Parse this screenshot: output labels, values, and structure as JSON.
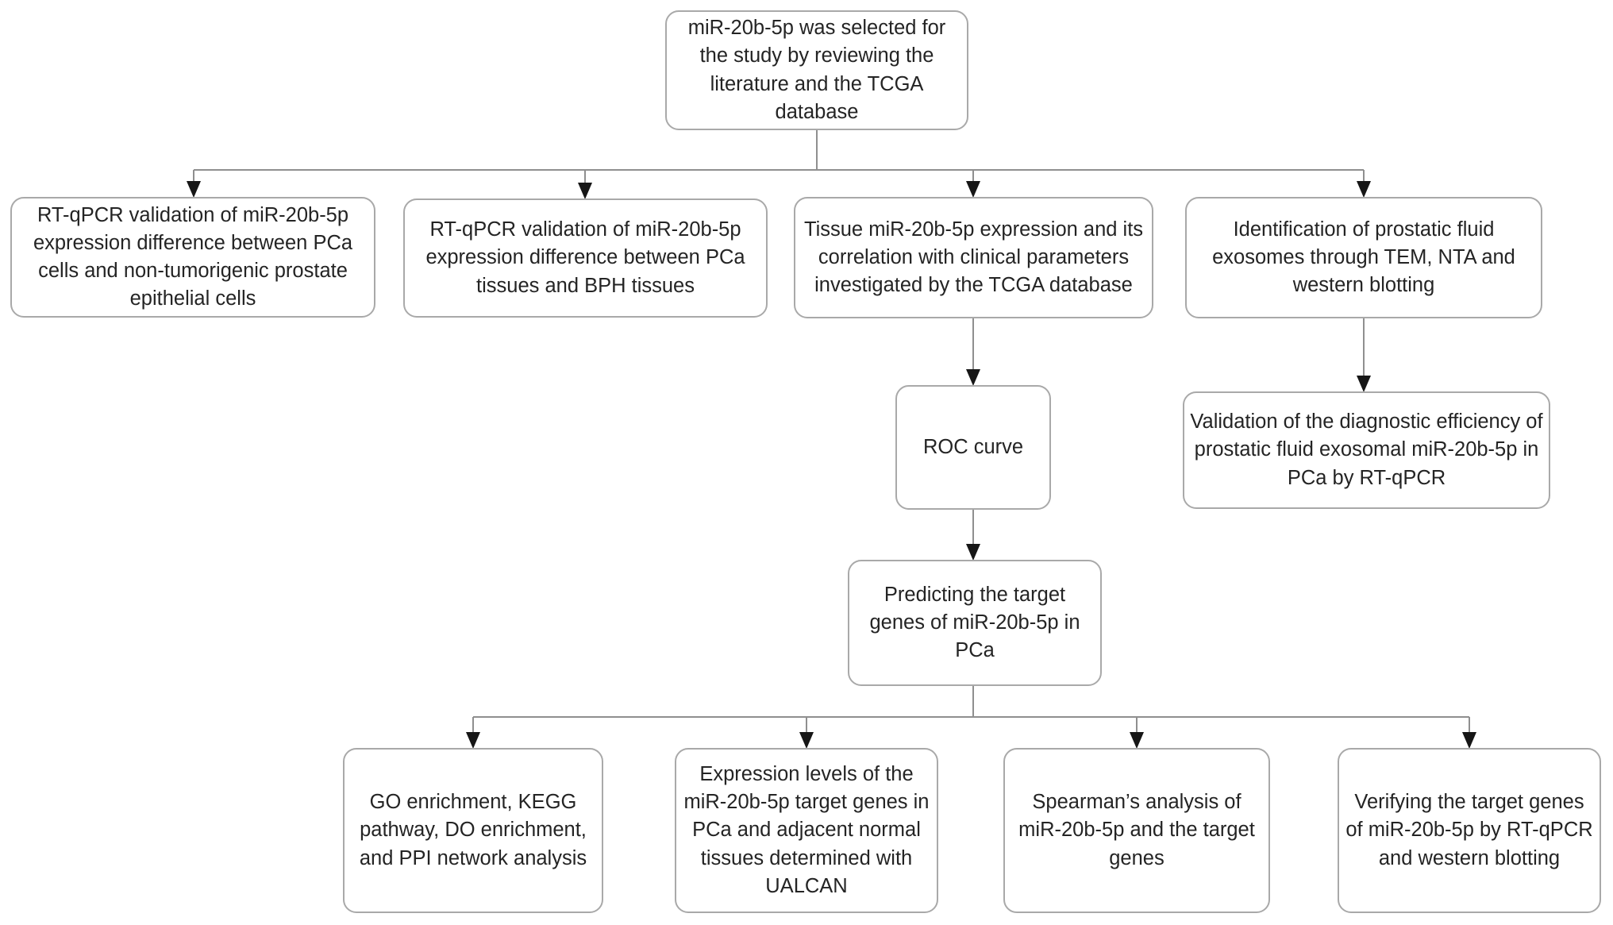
{
  "figure": {
    "description": "Flowchart of the miR-20b-5p prostate cancer study workflow",
    "colors": {
      "background": "#ffffff",
      "node_fill": "#ffffff",
      "node_border": "#a9a9a9",
      "connector_line": "#8f8f8f",
      "arrowhead": "#161616",
      "text": "#242424"
    }
  },
  "nodes": {
    "root": {
      "label": "miR-20b-5p was selected for the study by reviewing the literature and the TCGA database"
    },
    "pca_cells": {
      "label": "RT-qPCR validation of miR-20b-5p expression difference between PCa cells and non-tumorigenic prostate epithelial cells"
    },
    "pca_bph": {
      "label": "RT-qPCR validation of miR-20b-5p expression difference between PCa tissues and BPH tissues"
    },
    "tcga_tissue": {
      "label": "Tissue miR-20b-5p expression and its correlation with clinical parameters investigated by the TCGA database"
    },
    "exosome_identification": {
      "label": "Identification of prostatic fluid exosomes through TEM, NTA and western blotting"
    },
    "roc_curve": {
      "label": "ROC curve"
    },
    "exosome_validation": {
      "label": "Validation of the diagnostic efficiency of prostatic fluid exosomal miR-20b-5p in PCa by RT-qPCR"
    },
    "target_prediction": {
      "label": "Predicting the target genes of miR-20b-5p in PCa"
    },
    "enrichment_analysis": {
      "label": "GO enrichment, KEGG pathway, DO enrichment, and PPI network analysis"
    },
    "ualcan_expression": {
      "label": "Expression levels of the miR-20b-5p target genes in PCa and adjacent normal tissues determined with UALCAN"
    },
    "spearman_correlation": {
      "label": "Spearman’s analysis of miR-20b-5p and the target genes"
    },
    "target_verification": {
      "label": "Verifying the target genes of miR-20b-5p by RT-qPCR and western blotting"
    }
  },
  "edges": [
    {
      "from": "root",
      "to": "pca_cells"
    },
    {
      "from": "root",
      "to": "pca_bph"
    },
    {
      "from": "root",
      "to": "tcga_tissue"
    },
    {
      "from": "root",
      "to": "exosome_identification"
    },
    {
      "from": "tcga_tissue",
      "to": "roc_curve"
    },
    {
      "from": "exosome_identification",
      "to": "exosome_validation"
    },
    {
      "from": "roc_curve",
      "to": "target_prediction"
    },
    {
      "from": "target_prediction",
      "to": "enrichment_analysis"
    },
    {
      "from": "target_prediction",
      "to": "ualcan_expression"
    },
    {
      "from": "target_prediction",
      "to": "spearman_correlation"
    },
    {
      "from": "target_prediction",
      "to": "target_verification"
    }
  ]
}
